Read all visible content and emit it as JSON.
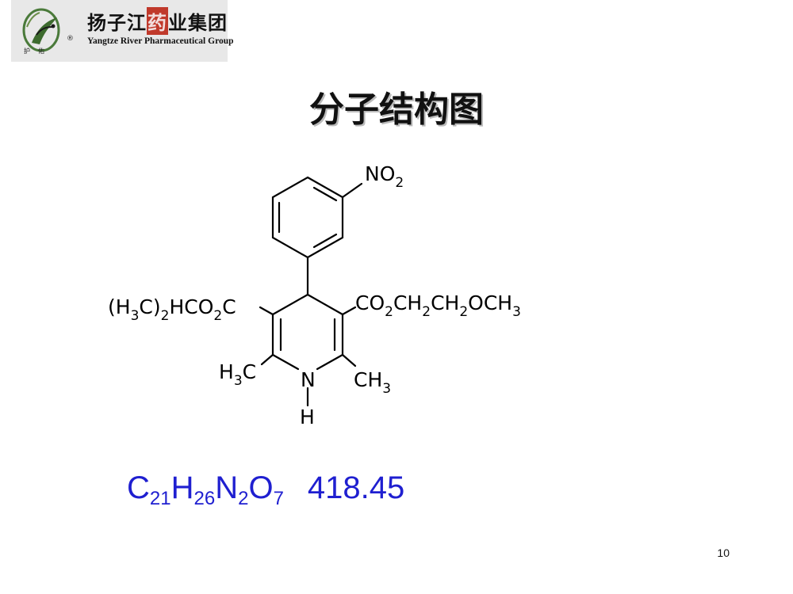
{
  "header": {
    "logo_cn_pre": "扬子江",
    "logo_cn_char": "药",
    "logo_cn_post": "业集团",
    "logo_en": "Yangtze River Pharmaceutical Group",
    "logo_tagline": "护佑",
    "logo_registered": "®"
  },
  "slide": {
    "title": "分子结构图",
    "page_number": "10"
  },
  "structure_labels": {
    "nitro_main": "NO",
    "nitro_sub": "2",
    "left_ester": "(H",
    "left_ester_s1": "3",
    "left_ester_p2": "C)",
    "left_ester_s2": "2",
    "left_ester_p3": "HCO",
    "left_ester_s3": "2",
    "left_ester_p4": "C",
    "right_ester_p1": "CO",
    "right_ester_s1": "2",
    "right_ester_p2": "CH",
    "right_ester_s2": "2",
    "right_ester_p3": "CH",
    "right_ester_s3": "2",
    "right_ester_p4": "OCH",
    "right_ester_s4": "3",
    "methyl_left_p1": "H",
    "methyl_left_s1": "3",
    "methyl_left_p2": "C",
    "methyl_right_p1": "CH",
    "methyl_right_s1": "3",
    "nitrogen": "N",
    "hydrogen": "H"
  },
  "formula": {
    "c": "C",
    "c_n": "21",
    "h": "H",
    "h_n": "26",
    "n": "N",
    "n_n": "2",
    "o": "O",
    "o_n": "7",
    "molecular_weight": "418.45",
    "color": "#1f1fd0"
  }
}
